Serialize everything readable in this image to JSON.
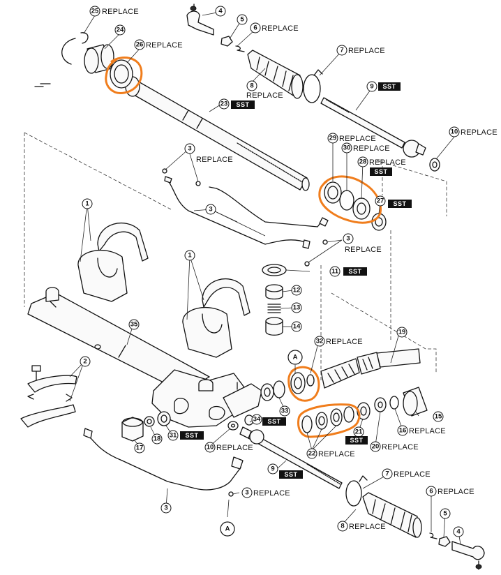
{
  "text": {
    "replace": "REPLACE",
    "sst": "SST",
    "ref_a": "A"
  },
  "callouts": [
    {
      "n": "1"
    },
    {
      "n": "2"
    },
    {
      "n": "3"
    },
    {
      "n": "4"
    },
    {
      "n": "5"
    },
    {
      "n": "6"
    },
    {
      "n": "7"
    },
    {
      "n": "8"
    },
    {
      "n": "9"
    },
    {
      "n": "10"
    },
    {
      "n": "11"
    },
    {
      "n": "12"
    },
    {
      "n": "13"
    },
    {
      "n": "14"
    },
    {
      "n": "15"
    },
    {
      "n": "16"
    },
    {
      "n": "17"
    },
    {
      "n": "18"
    },
    {
      "n": "19"
    },
    {
      "n": "20"
    },
    {
      "n": "21"
    },
    {
      "n": "22"
    },
    {
      "n": "23"
    },
    {
      "n": "24"
    },
    {
      "n": "25"
    },
    {
      "n": "26"
    },
    {
      "n": "27"
    },
    {
      "n": "28"
    },
    {
      "n": "29"
    },
    {
      "n": "30"
    },
    {
      "n": "31"
    },
    {
      "n": "32"
    },
    {
      "n": "33"
    },
    {
      "n": "34"
    },
    {
      "n": "35"
    }
  ],
  "highlight_color": "#f07d1c"
}
